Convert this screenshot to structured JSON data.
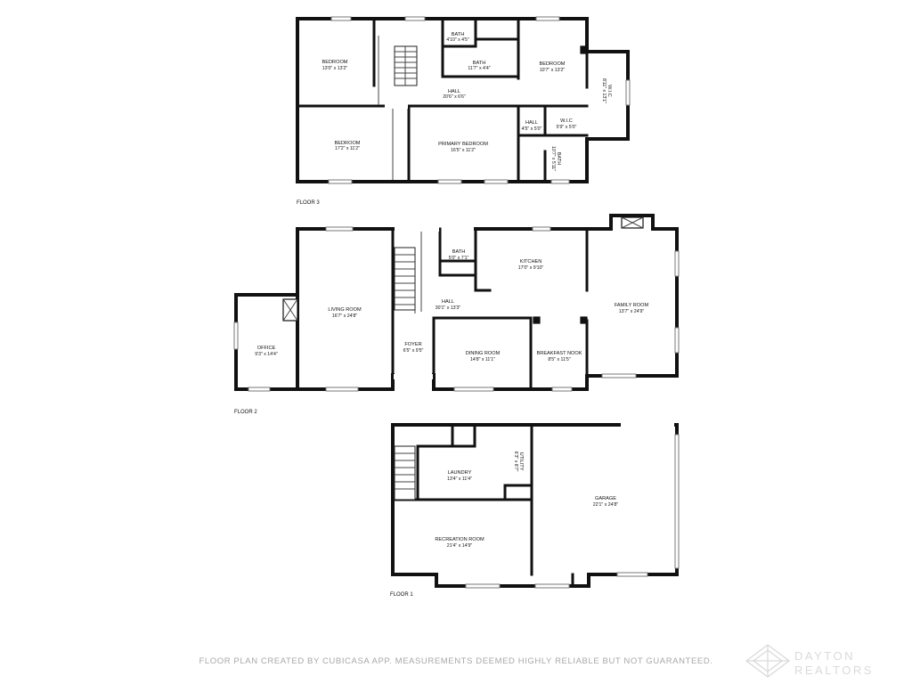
{
  "floors": [
    {
      "label": "FLOOR 3",
      "rooms": [
        {
          "name": "BEDROOM",
          "dims": "13'0\" x 13'2\""
        },
        {
          "name": "BATH",
          "dims": "4'10\" x 4'5\""
        },
        {
          "name": "BATH",
          "dims": "11'7\" x 4'4\""
        },
        {
          "name": "BEDROOM",
          "dims": "10'7\" x 13'2\""
        },
        {
          "name": "W.I.C",
          "dims": "8'11\" x 13'1\""
        },
        {
          "name": "HALL",
          "dims": "20'6\" x 6'6\""
        },
        {
          "name": "BEDROOM",
          "dims": "17'2\" x 11'2\""
        },
        {
          "name": "PRIMARY BEDROOM",
          "dims": "16'5\" x 11'2\""
        },
        {
          "name": "HALL",
          "dims": "4'5\" x 5'0\""
        },
        {
          "name": "W.I.C",
          "dims": "5'9\" x 5'0\""
        },
        {
          "name": "BATH",
          "dims": "10'7\" x 5'11\""
        }
      ]
    },
    {
      "label": "FLOOR 2",
      "rooms": [
        {
          "name": "BATH",
          "dims": "5'0\" x 7'1\""
        },
        {
          "name": "KITCHEN",
          "dims": "17'0\" x 9'10\""
        },
        {
          "name": "LIVING ROOM",
          "dims": "16'7\" x 24'8\""
        },
        {
          "name": "HALL",
          "dims": "30'1\" x 13'3\""
        },
        {
          "name": "FAMILY ROOM",
          "dims": "13'7\" x 24'9\""
        },
        {
          "name": "OFFICE",
          "dims": "9'3\" x 14'4\""
        },
        {
          "name": "FOYER",
          "dims": "6'5\" x 9'5\""
        },
        {
          "name": "DINING ROOM",
          "dims": "14'8\" x 11'1\""
        },
        {
          "name": "BREAKFAST NOOK",
          "dims": "8'5\" x 11'5\""
        }
      ]
    },
    {
      "label": "FLOOR 1",
      "rooms": [
        {
          "name": "LAUNDRY",
          "dims": "13'4\" x 11'4\""
        },
        {
          "name": "UTILITY",
          "dims": "6'3\" x 8'7\""
        },
        {
          "name": "GARAGE",
          "dims": "22'1\" x 24'8\""
        },
        {
          "name": "RECREATION ROOM",
          "dims": "21'4\" x 14'9\""
        }
      ]
    }
  ],
  "footer": {
    "disclaimer": "FLOOR PLAN CREATED BY CUBICASA APP. MEASUREMENTS DEEMED HIGHLY RELIABLE BUT NOT GUARANTEED.",
    "brand_line1": "DAYTON",
    "brand_line2": "REALTORS"
  },
  "colors": {
    "wall": "#111111",
    "background": "#ffffff",
    "footer_text": "#a8a8a8",
    "watermark": "#dadada"
  }
}
